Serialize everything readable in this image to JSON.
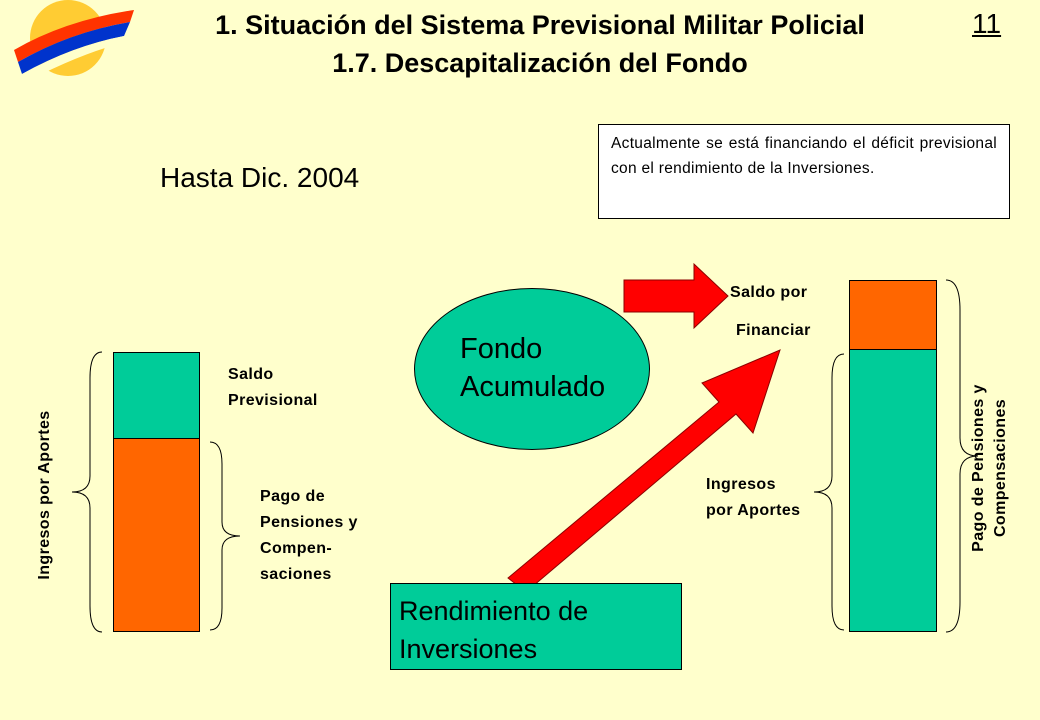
{
  "header": {
    "title_line1": "1. Situación del Sistema Previsional Militar Policial",
    "title_line2": "1.7. Descapitalización del Fondo",
    "page_number": "11"
  },
  "subtitle": "Hasta Dic. 2004",
  "note": "Actualmente se está financiando el déficit previsional con el rendimiento de la Inversiones.",
  "left_diagram": {
    "side_label": "Ingresos por Aportes",
    "top_label": [
      "Saldo",
      "Previsional"
    ],
    "bottom_label": [
      "Pago de",
      "Pensiones y",
      "Compen-",
      "saciones"
    ],
    "teal_fraction": 0.31,
    "orange_fraction": 0.69
  },
  "center": {
    "fund_label": [
      "Fondo",
      "Acumulado"
    ],
    "returns_label": [
      "Rendimiento de",
      "Inversiones"
    ],
    "arrow_label_line1": "Saldo por",
    "arrow_label_line2": "Financiar"
  },
  "right_diagram": {
    "inner_label": [
      "Ingresos",
      "por Aportes"
    ],
    "side_label": [
      "Pago de Pensiones y",
      "Compensaciones"
    ],
    "orange_fraction": 0.2,
    "teal_fraction": 0.8
  },
  "colors": {
    "background": "#FFFFCC",
    "teal": "#00CC99",
    "orange": "#FF6600",
    "arrow_red": "#FF0000"
  },
  "icons": {
    "logo": "sun-stripes-logo"
  }
}
